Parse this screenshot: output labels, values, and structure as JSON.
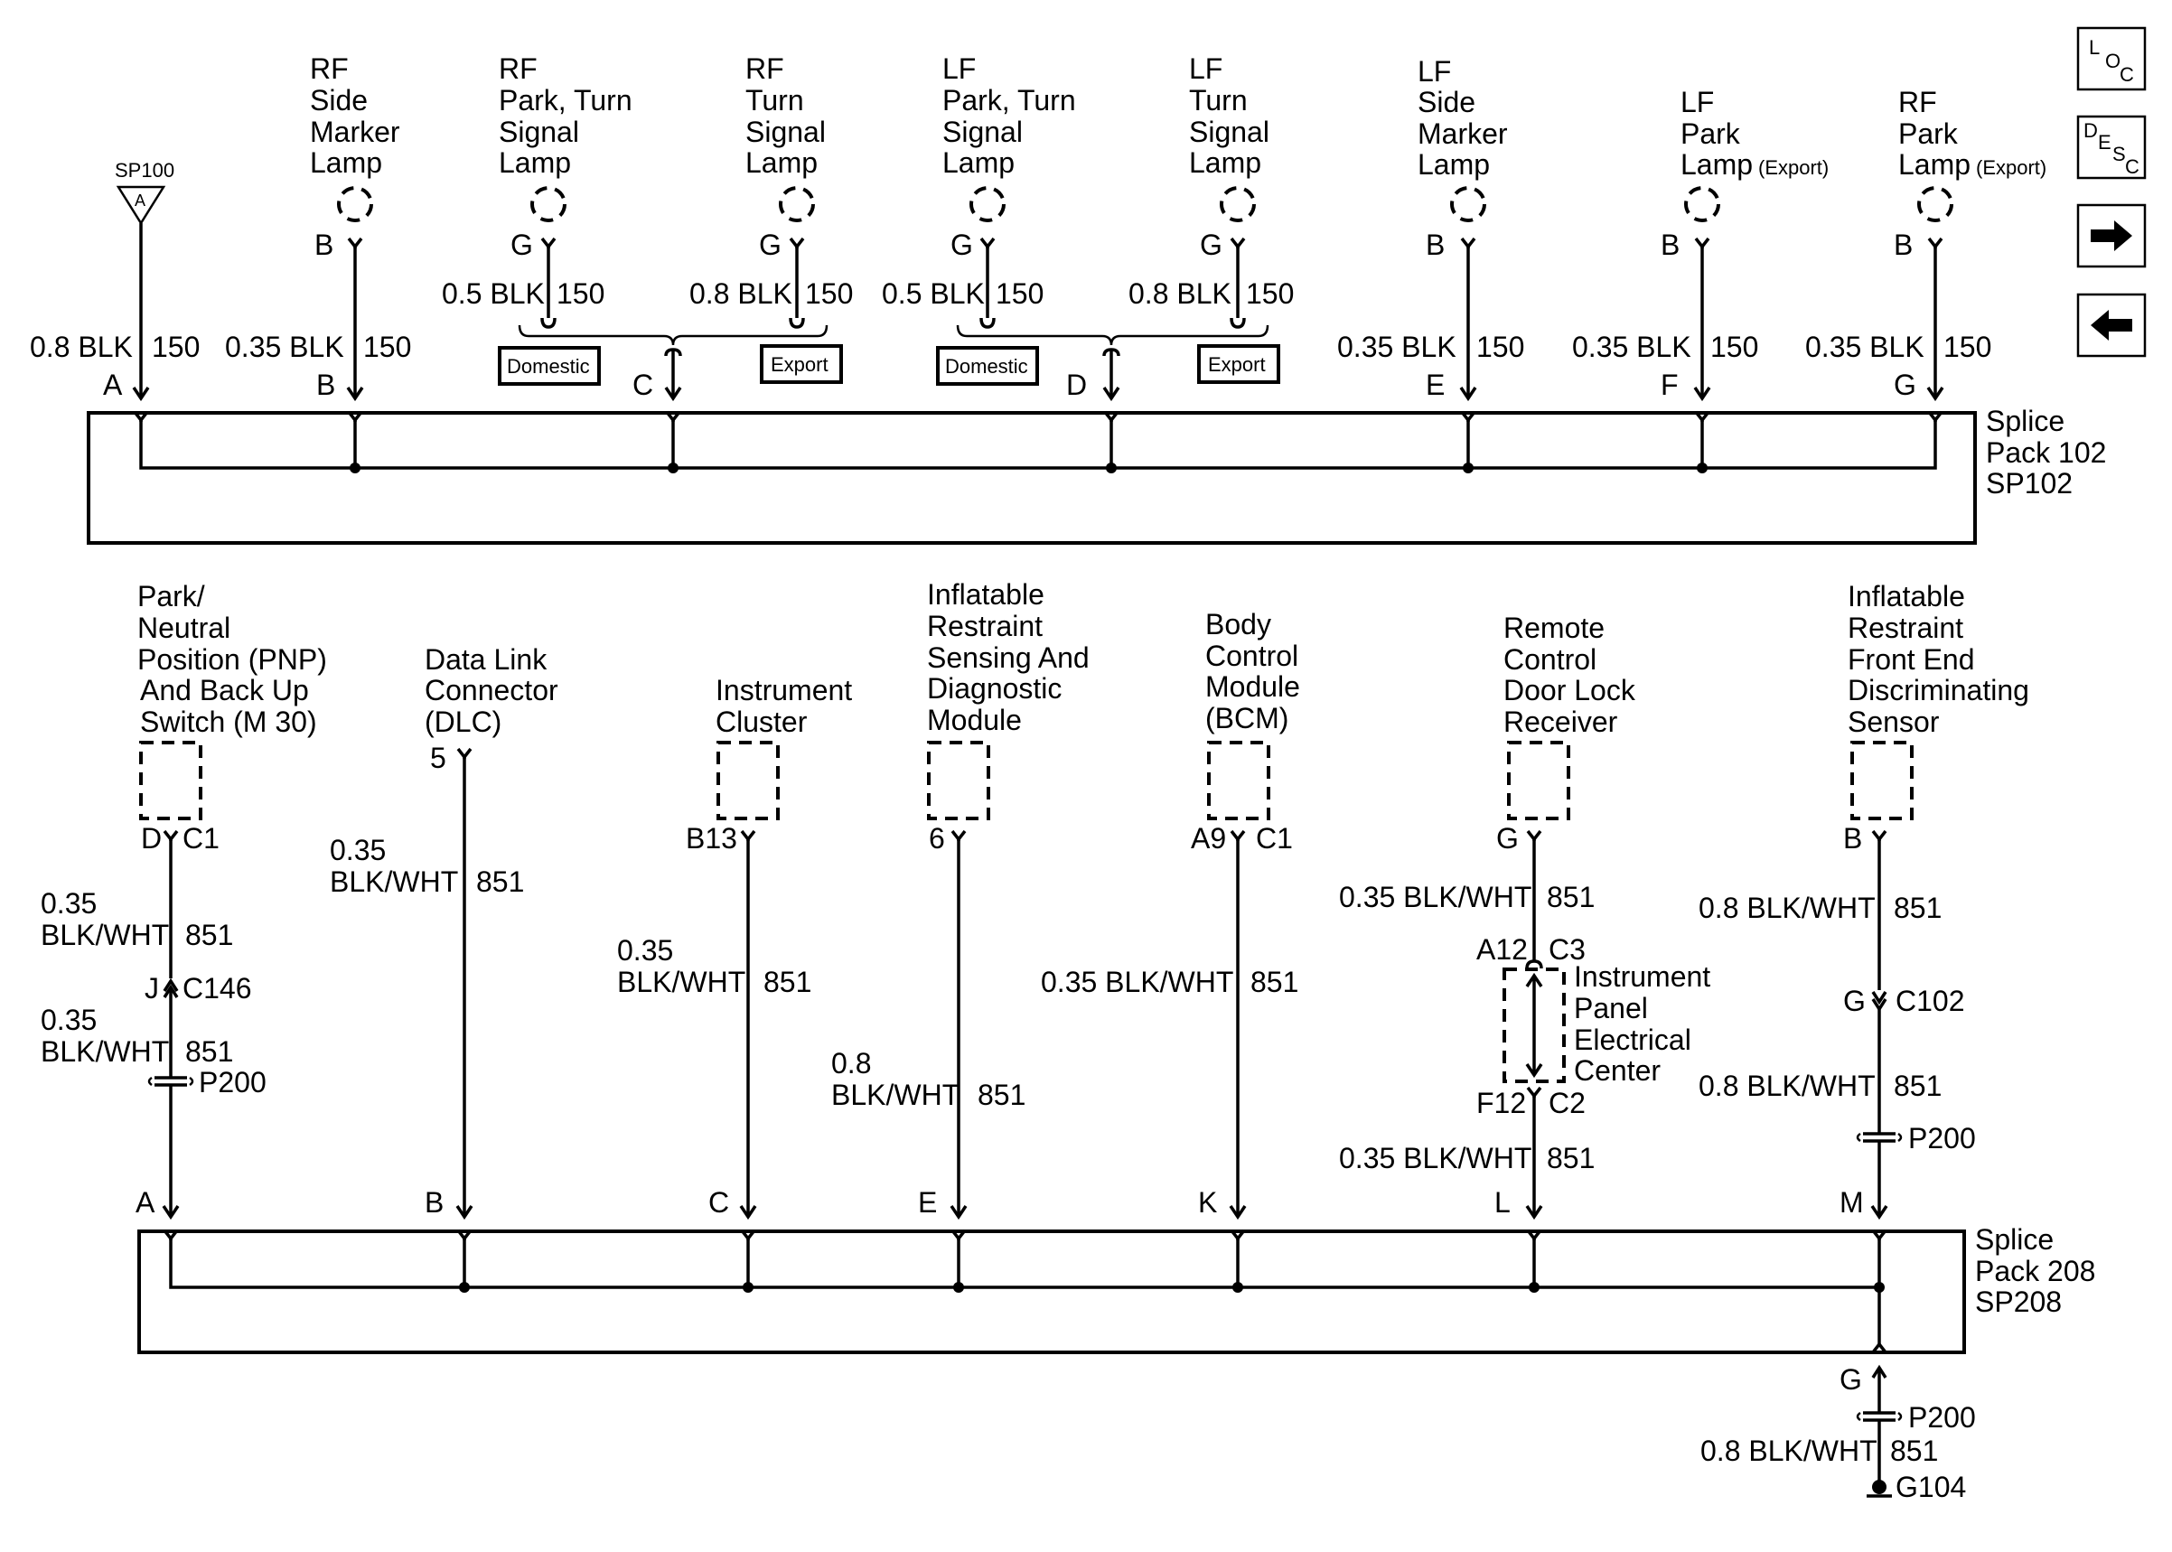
{
  "nav": {
    "loc": {
      "l": "L",
      "o": "O",
      "c": "C"
    },
    "desc": {
      "d": "D",
      "e": "E",
      "s": "S",
      "c": "C"
    },
    "next_icon": "arrow-right-icon",
    "prev_icon": "arrow-left-icon"
  },
  "sp100": {
    "name": "SP100",
    "pin": "A"
  },
  "top_components": [
    {
      "lines": [
        "RF",
        "Side",
        "Marker",
        "Lamp"
      ]
    },
    {
      "lines": [
        "RF",
        "Park, Turn",
        "Signal",
        "Lamp"
      ]
    },
    {
      "lines": [
        "RF",
        "Turn",
        "Signal",
        "Lamp"
      ]
    },
    {
      "lines": [
        "LF",
        "Park, Turn",
        "Signal",
        "Lamp"
      ]
    },
    {
      "lines": [
        "LF",
        "Turn",
        "Signal",
        "Lamp"
      ]
    },
    {
      "lines": [
        "LF",
        "Side",
        "Marker",
        "Lamp"
      ]
    },
    {
      "lines": [
        "LF",
        "Park",
        "Lamp"
      ],
      "suffix": "(Export)"
    },
    {
      "lines": [
        "RF",
        "Park",
        "Lamp"
      ],
      "suffix": "(Export)"
    }
  ],
  "top_pins": [
    "B",
    "G",
    "G",
    "G",
    "G",
    "B",
    "B",
    "B"
  ],
  "top_wires": [
    {
      "gauge": "0.8 BLK",
      "circuit": "150"
    },
    {
      "gauge": "0.35 BLK",
      "circuit": "150"
    },
    {
      "gauge": "0.5 BLK",
      "circuit": "150"
    },
    {
      "gauge": "0.8 BLK",
      "circuit": "150"
    },
    {
      "gauge": "0.5 BLK",
      "circuit": "150"
    },
    {
      "gauge": "0.8 BLK",
      "circuit": "150"
    },
    {
      "gauge": "0.35 BLK",
      "circuit": "150"
    },
    {
      "gauge": "0.35 BLK",
      "circuit": "150"
    },
    {
      "gauge": "0.35 BLK",
      "circuit": "150"
    }
  ],
  "options": {
    "domestic": "Domestic",
    "export": "Export"
  },
  "splice102": {
    "pins": [
      "A",
      "B",
      "C",
      "D",
      "E",
      "F",
      "G"
    ],
    "label": [
      "Splice",
      "Pack 102",
      "SP102"
    ]
  },
  "bottom_components": [
    {
      "lines": [
        "Park/",
        "Neutral",
        "Position (PNP)",
        "And Back Up",
        "Switch (M 30)"
      ]
    },
    {
      "lines": [
        "Data Link",
        "Connector",
        "(DLC)"
      ]
    },
    {
      "lines": [
        "Instrument",
        "Cluster"
      ]
    },
    {
      "lines": [
        "Inflatable",
        "Restraint",
        "Sensing And",
        "Diagnostic",
        "Module"
      ]
    },
    {
      "lines": [
        "Body",
        "Control",
        "Module",
        "(BCM)"
      ]
    },
    {
      "lines": [
        "Remote",
        "Control",
        "Door Lock",
        "Receiver"
      ]
    },
    {
      "lines": [
        "Inflatable",
        "Restraint",
        "Front End",
        "Discriminating",
        "Sensor"
      ]
    }
  ],
  "bottom_pins": [
    {
      "pin": "D",
      "conn": "C1"
    },
    {
      "pin": "5",
      "conn": ""
    },
    {
      "pin": "B13",
      "conn": ""
    },
    {
      "pin": "6",
      "conn": ""
    },
    {
      "pin": "A9",
      "conn": "C1"
    },
    {
      "pin": "G",
      "conn": ""
    },
    {
      "pin": "B",
      "conn": ""
    }
  ],
  "wires_bottom": {
    "pnp_upper": {
      "gauge": "0.35",
      "color": "BLK/WHT",
      "circuit": "851"
    },
    "pnp_lower": {
      "gauge": "0.35",
      "color": "BLK/WHT",
      "circuit": "851"
    },
    "dlc": {
      "gauge": "0.35",
      "color": "BLK/WHT",
      "circuit": "851"
    },
    "ic": {
      "gauge": "0.35",
      "color": "BLK/WHT",
      "circuit": "851"
    },
    "sdm": {
      "gauge": "0.8",
      "color": "BLK/WHT",
      "circuit": "851"
    },
    "bcm": {
      "gauge": "0.35 BLK/WHT",
      "circuit": "851"
    },
    "rcdlr_upper": {
      "gauge": "0.35 BLK/WHT",
      "circuit": "851"
    },
    "rcdlr_lower": {
      "gauge": "0.35 BLK/WHT",
      "circuit": "851"
    },
    "sensor_upper": {
      "gauge": "0.8 BLK/WHT",
      "circuit": "851"
    },
    "sensor_lower": {
      "gauge": "0.8 BLK/WHT",
      "circuit": "851"
    },
    "ground_wire": {
      "gauge": "0.8 BLK/WHT",
      "circuit": "851"
    }
  },
  "connectors": {
    "c146": {
      "pin": "J",
      "name": "C146"
    },
    "c102": {
      "pin": "G",
      "name": "C102"
    },
    "c3": {
      "pin": "A12",
      "name": "C3"
    },
    "c2": {
      "pin": "F12",
      "name": "C2"
    },
    "p200": "P200"
  },
  "ipec": {
    "lines": [
      "Instrument",
      "Panel",
      "Electrical",
      "Center"
    ]
  },
  "splice208": {
    "pins": [
      "A",
      "B",
      "C",
      "E",
      "K",
      "L",
      "M"
    ],
    "label": [
      "Splice",
      "Pack 208",
      "SP208"
    ],
    "out_pin": "G"
  },
  "ground": {
    "name": "G104"
  }
}
